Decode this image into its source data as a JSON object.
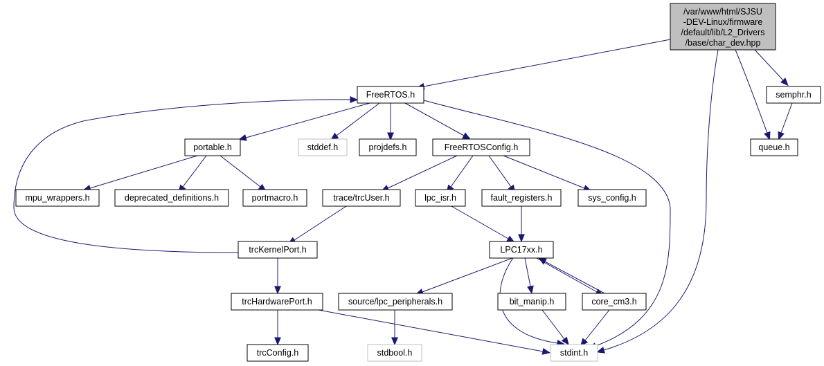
{
  "nodes": {
    "root": [
      "/var/www/html/SJSU",
      "-DEV-Linux/firmware",
      "/default/lib/L2_Drivers",
      "/base/char_dev.hpp"
    ],
    "freertos": "FreeRTOS.h",
    "semphr": "semphr.h",
    "queue": "queue.h",
    "portable": "portable.h",
    "stddef": "stddef.h",
    "projdefs": "projdefs.h",
    "freertosconfig": "FreeRTOSConfig.h",
    "mpu_wrappers": "mpu_wrappers.h",
    "deprecated_definitions": "deprecated_definitions.h",
    "portmacro": "portmacro.h",
    "trcuser": "trace/trcUser.h",
    "lpc_isr": "lpc_isr.h",
    "fault_registers": "fault_registers.h",
    "sys_config": "sys_config.h",
    "trckernelport": "trcKernelPort.h",
    "lpc17xx": "LPC17xx.h",
    "trchardwareport": "trcHardwarePort.h",
    "lpc_peripherals": "source/lpc_peripherals.h",
    "bit_manip": "bit_manip.h",
    "core_cm3": "core_cm3.h",
    "trcconfig": "trcConfig.h",
    "stdbool": "stdbool.h",
    "stdint": "stdint.h"
  },
  "colors": {
    "edge": "#191970",
    "root_fill": "#bfbfbf",
    "missing_border": "#bfbfbf"
  }
}
